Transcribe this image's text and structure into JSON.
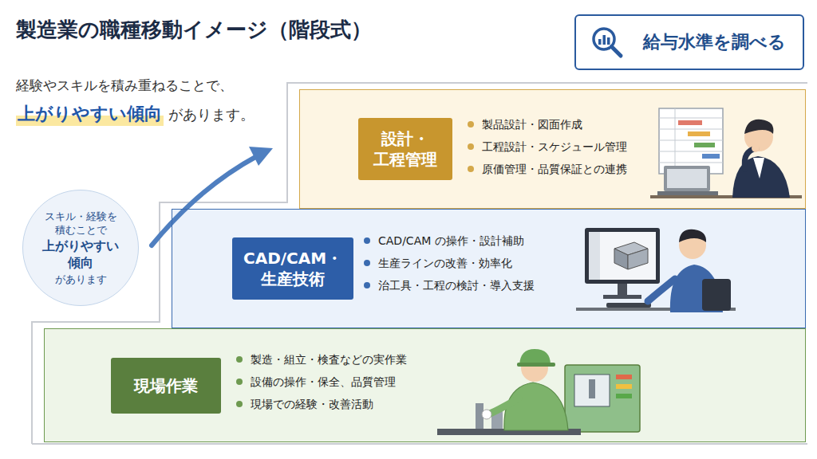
{
  "diagram": {
    "title": "製造業の職種移動イメージ（階段式）",
    "nodes": [
      {
        "text": [
          "給与水準を調べる"
        ]
      },
      {
        "text": [
          "スキル・経験を 積むことで",
          "上がりやすい 傾向",
          "があります"
        ]
      },
      {
        "text": [
          "製品設計・図面作成",
          "工程設計・スケジュール管理",
          "原価管理・品質保証との連携"
        ]
      },
      {
        "text": [
          "設計・ 工程管理"
        ],
        "in": 2
      },
      {
        "text": [
          "CAD/CAM の操作・設計補助",
          "生産ラインの改善・効率化",
          "治工具・工程の検討・導入支援"
        ]
      },
      {
        "text": [
          "CAD/CAM・ 生産技術"
        ],
        "in": 4
      },
      {
        "text": [
          "製造・組立・検査などの実作業",
          "設備の操作・保全、品質管理",
          "現場での経験・改善活動"
        ]
      },
      {
        "text": [
          "現場作業"
        ],
        "in": 6
      }
    ],
    "labels": [
      "経験やスキルを積み重ねることで、",
      "上がりやすい傾向",
      "があります。"
    ]
  }
}
